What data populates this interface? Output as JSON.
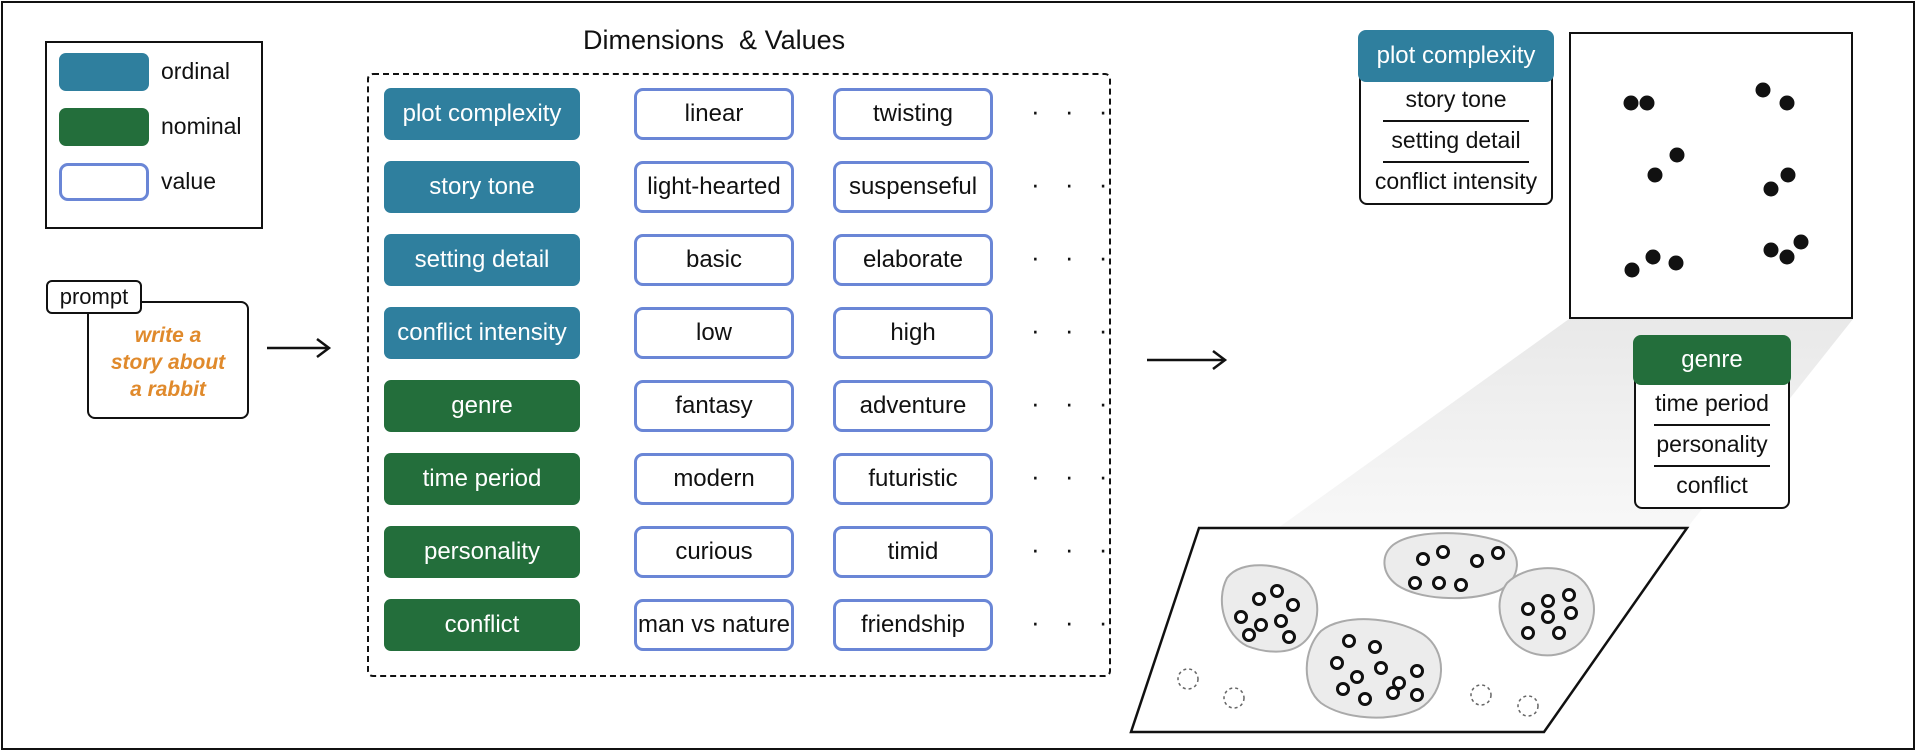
{
  "title": "Dimensions  & Values",
  "legend": {
    "ordinal": "ordinal",
    "nominal": "nominal",
    "value": "value"
  },
  "prompt": {
    "tag": "prompt",
    "lines": [
      "write a",
      "story about",
      "a rabbit"
    ],
    "text_color": "#e08a2c"
  },
  "dimensions": [
    {
      "name": "plot complexity",
      "kind": "ordinal",
      "values": [
        "linear",
        "twisting"
      ]
    },
    {
      "name": "story tone",
      "kind": "ordinal",
      "values": [
        "light-hearted",
        "suspenseful"
      ]
    },
    {
      "name": "setting detail",
      "kind": "ordinal",
      "values": [
        "basic",
        "elaborate"
      ]
    },
    {
      "name": "conflict intensity",
      "kind": "ordinal",
      "values": [
        "low",
        "high"
      ]
    },
    {
      "name": "genre",
      "kind": "nominal",
      "values": [
        "fantasy",
        "adventure"
      ]
    },
    {
      "name": "time period",
      "kind": "nominal",
      "values": [
        "modern",
        "futuristic"
      ]
    },
    {
      "name": "personality",
      "kind": "nominal",
      "values": [
        "curious",
        "timid"
      ]
    },
    {
      "name": "conflict",
      "kind": "nominal",
      "values": [
        "man vs nature",
        "friendship"
      ]
    }
  ],
  "ellipsis": "· · ·",
  "ordinal_card": {
    "header": "plot complexity",
    "items": [
      "story tone",
      "setting detail",
      "conflict intensity"
    ]
  },
  "nominal_card": {
    "header": "genre",
    "items": [
      "time period",
      "personality",
      "conflict"
    ]
  },
  "colors": {
    "ordinal": "#2f7f9e",
    "nominal": "#236e3b",
    "value_border": "#6a86d6",
    "cluster_fill": "#ececec",
    "cluster_stroke": "#aaaaaa"
  }
}
